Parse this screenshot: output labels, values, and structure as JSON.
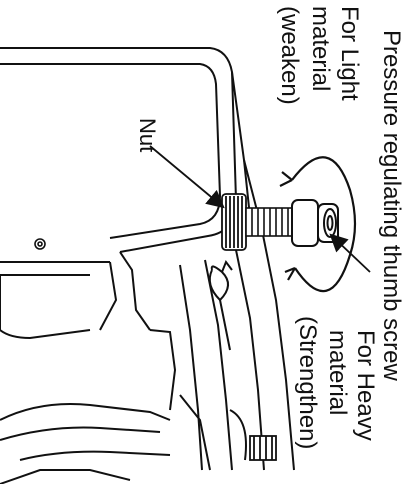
{
  "labels": {
    "nut": "Nut",
    "thumb_screw": "Pressure regulating thumb screw",
    "light_line1": "For Light",
    "light_line2": "material",
    "light_line3": "(weaken)",
    "heavy_line1": "For Heavy",
    "heavy_line2": "material",
    "heavy_line3": "(Strengthen)"
  },
  "colors": {
    "ink": "#111111",
    "paper": "#ffffff",
    "shade": "#cfcfcf"
  }
}
